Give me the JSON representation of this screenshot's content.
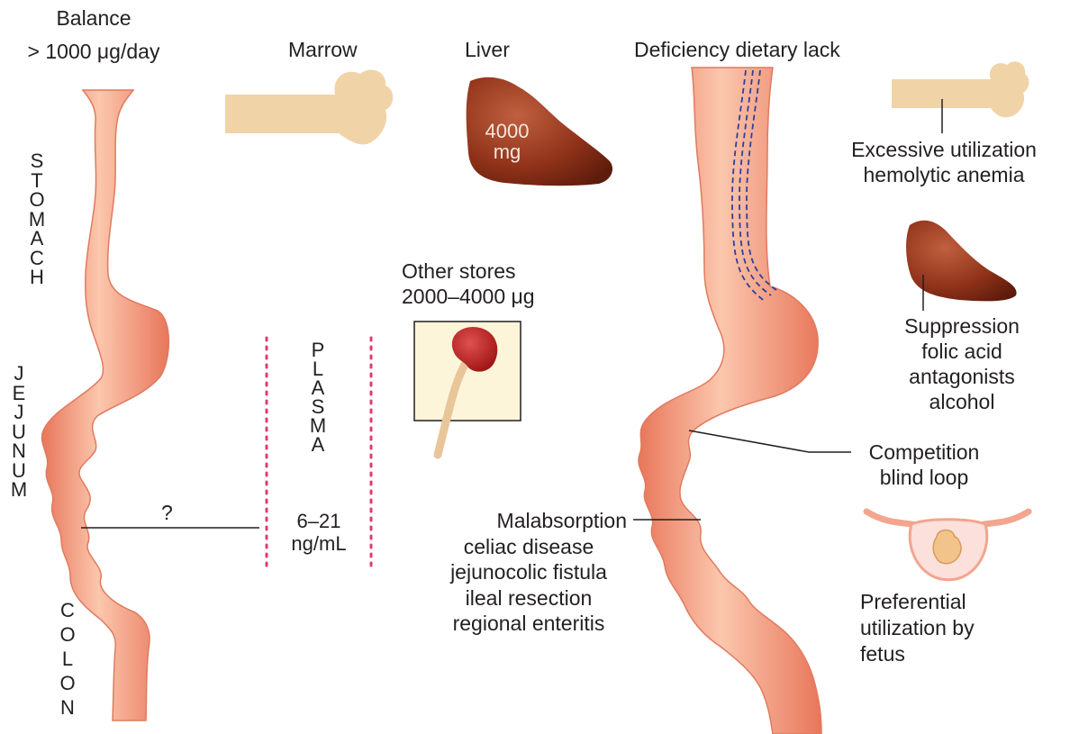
{
  "left": {
    "balance": [
      "Balance",
      "> 1000 μg/day"
    ],
    "stomach": [
      "S",
      "T",
      "O",
      "M",
      "A",
      "C",
      "H"
    ],
    "jejunum": [
      "J",
      "E",
      "J",
      "U",
      "N",
      "U",
      "M"
    ],
    "colon": [
      "C",
      "O",
      "L",
      "O",
      "N"
    ],
    "question": "?",
    "plasma": [
      "P",
      "L",
      "A",
      "S",
      "M",
      "A"
    ],
    "plasma_range": [
      "6–21",
      "ng/mL"
    ]
  },
  "stores": {
    "marrow": "Marrow",
    "liver": "Liver",
    "liver_amount": [
      "4000",
      "mg"
    ],
    "other": [
      "Other stores",
      "2000–4000 μg"
    ]
  },
  "deficiency": {
    "title": "Deficiency dietary lack",
    "excessive": [
      "Excessive utilization",
      "hemolytic anemia"
    ],
    "suppression": [
      "Suppression",
      "folic acid",
      "antagonists",
      "alcohol"
    ],
    "competition": [
      "Competition",
      "blind loop"
    ],
    "malabsorption": [
      "Malabsorption",
      "celiac disease",
      "jejunocolic fistula",
      "ileal resection",
      "regional enteritis"
    ],
    "fetus": [
      "Preferential",
      "utilization by",
      "fetus"
    ]
  },
  "colors": {
    "gut": "#f4a486",
    "gut_edge": "#e07a5f",
    "bone": "#f1d3a8",
    "liver": "#9b3b22",
    "dashed_lines": "#2f3f9b",
    "dotted_lines": "#e23b6a"
  }
}
